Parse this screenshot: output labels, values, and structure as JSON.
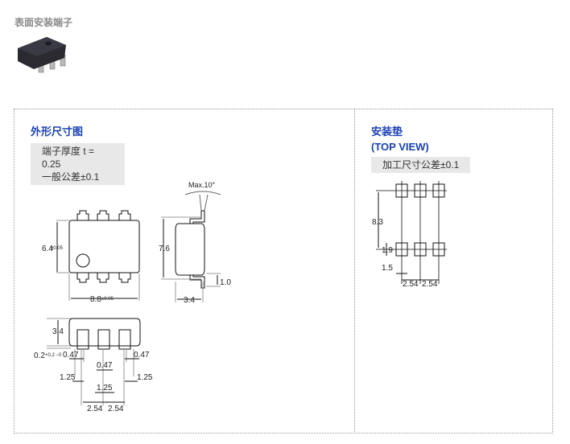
{
  "header": {
    "title": "表面安装端子"
  },
  "outline": {
    "title": "外形尺寸图",
    "note_line1": "端子厚度 t = 0.25",
    "note_line2": "一般公差±0.1",
    "dims": {
      "height": "6.4",
      "height_tol": "±0.05",
      "width": "8.8",
      "width_tol": "±0.05",
      "side_height": "7.6",
      "side_width": "3.4",
      "lead_drop": "1.0",
      "angle": "Max.10°",
      "body_thickness": "3.4",
      "standoff": "0.2",
      "standoff_tol": "+0.2 −0",
      "lead_w_left": "0.47",
      "lead_w_mid": "0.47",
      "lead_w_right": "0.47",
      "pad_left": "1.25",
      "pad_mid": "1.25",
      "pad_right": "1.25",
      "pitch1": "2.54",
      "pitch2": "2.54"
    }
  },
  "pads": {
    "title": "安装垫",
    "subtitle": "(TOP VIEW)",
    "note": "加工尺寸公差±0.1",
    "dims": {
      "row_spacing": "8.3",
      "pad_height": "1.9",
      "pad_width": "1.5",
      "pitch1": "2.54",
      "pitch2": "2.54"
    }
  }
}
